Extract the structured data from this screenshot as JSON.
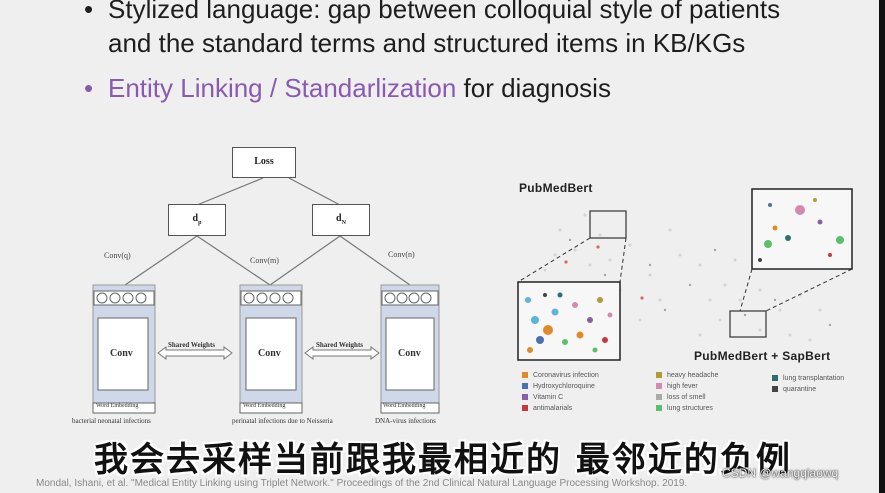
{
  "slide": {
    "bullet1_line1": "Stylized language: gap between colloquial style of patients",
    "bullet1_line2": "and the standard terms and structured items in KB/KGs",
    "bullet2_highlight": "Entity Linking / Standarlization",
    "bullet2_rest": " for diagnosis",
    "bullet_symbol": "•",
    "citation": "Mondal, Ishani, et al. \"Medical Entity Linking using Triplet Network.\" Proceedings of the 2nd Clinical Natural Language Processing Workshop. 2019."
  },
  "diagram": {
    "loss_label": "Loss",
    "dp_label": "d",
    "dp_sub": "p",
    "dn_label": "d",
    "dn_sub": "N",
    "conv_left_label": "Conv(q)",
    "conv_mid_label": "Conv(m)",
    "conv_right_label": "Conv(n)",
    "conv_box": "Conv",
    "shared_weights": "Shared Weights",
    "word_embedding": "Word   Embedding",
    "caption_left": "bacterial neonatal infections",
    "caption_mid": "perinatal infections due to Neisseria",
    "caption_right": "DNA-virus infections"
  },
  "embedding": {
    "title_top": "PubMedBert",
    "title_bottom": "PubMedBert + SapBert",
    "legend": [
      {
        "label": "Coronavirus infection",
        "color": "#e08a2c"
      },
      {
        "label": "Hydroxychloroquine",
        "color": "#4a72b0"
      },
      {
        "label": "Vitamin C",
        "color": "#8b5fa8"
      },
      {
        "label": "antimalarials",
        "color": "#c73a3a"
      },
      {
        "label": "heavy headache",
        "color": "#b39a35"
      },
      {
        "label": "high fever",
        "color": "#d48ab0"
      },
      {
        "label": "loss of smell",
        "color": "#aaaaaa"
      },
      {
        "label": "lung structures",
        "color": "#5cbf6a"
      },
      {
        "label": "lung transplantation",
        "color": "#2f6e6e"
      },
      {
        "label": "quarantine",
        "color": "#444444"
      }
    ]
  },
  "overlay": {
    "subtitle": "我会去采样当前跟我最相近的 最邻近的负例",
    "watermark": "CSDN @wangqiaowq"
  }
}
